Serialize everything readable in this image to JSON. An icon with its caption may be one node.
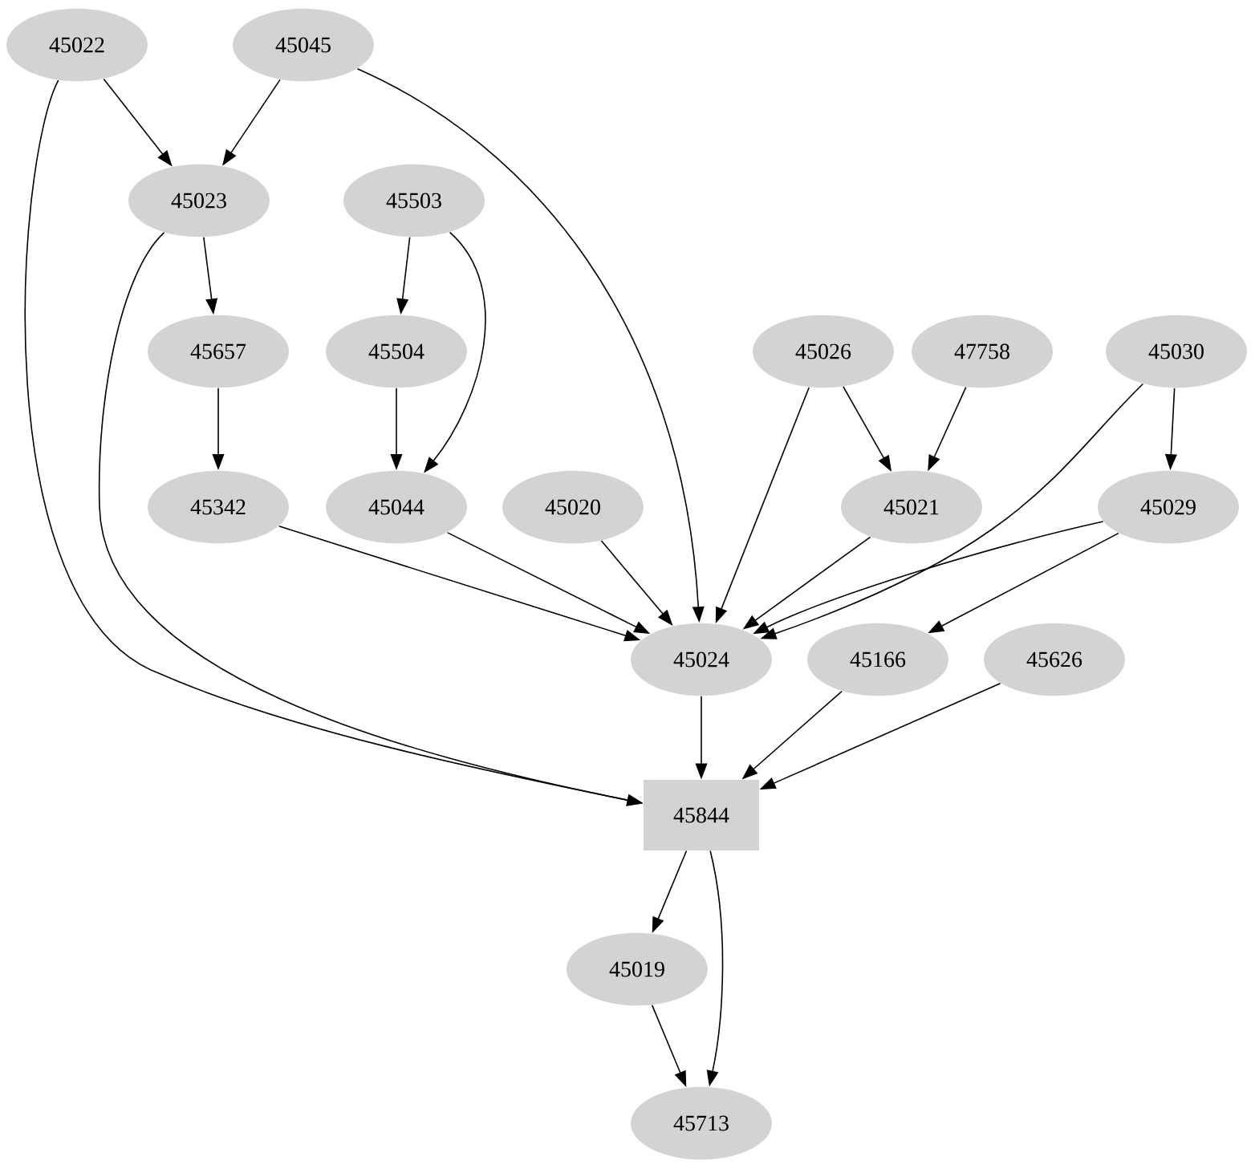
{
  "diagram": {
    "nodes": [
      {
        "text": [
          "45022"
        ]
      },
      {
        "text": [
          "45045"
        ]
      },
      {
        "text": [
          "45023"
        ]
      },
      {
        "text": [
          "45503"
        ]
      },
      {
        "text": [
          "45657"
        ]
      },
      {
        "text": [
          "45504"
        ]
      },
      {
        "text": [
          "45026"
        ]
      },
      {
        "text": [
          "47758"
        ]
      },
      {
        "text": [
          "45030"
        ]
      },
      {
        "text": [
          "45342"
        ]
      },
      {
        "text": [
          "45044"
        ]
      },
      {
        "text": [
          "45020"
        ]
      },
      {
        "text": [
          "45021"
        ]
      },
      {
        "text": [
          "45029"
        ]
      },
      {
        "text": [
          "45024"
        ]
      },
      {
        "text": [
          "45166"
        ]
      },
      {
        "text": [
          "45626"
        ]
      },
      {
        "text": [
          "45844"
        ]
      },
      {
        "text": [
          "45019"
        ]
      },
      {
        "text": [
          "45713"
        ]
      }
    ],
    "edges": [
      {
        "from": 0,
        "to": 2,
        "arrow": "to"
      },
      {
        "from": 1,
        "to": 2,
        "arrow": "to"
      },
      {
        "from": 0,
        "to": 17,
        "arrow": "to"
      },
      {
        "from": 1,
        "to": 14,
        "arrow": "to"
      },
      {
        "from": 2,
        "to": 4,
        "arrow": "to"
      },
      {
        "from": 2,
        "to": 17,
        "arrow": "to"
      },
      {
        "from": 3,
        "to": 5,
        "arrow": "to"
      },
      {
        "from": 3,
        "to": 10,
        "arrow": "to"
      },
      {
        "from": 5,
        "to": 10,
        "arrow": "to"
      },
      {
        "from": 4,
        "to": 9,
        "arrow": "to"
      },
      {
        "from": 9,
        "to": 14,
        "arrow": "to"
      },
      {
        "from": 10,
        "to": 14,
        "arrow": "to"
      },
      {
        "from": 11,
        "to": 14,
        "arrow": "to"
      },
      {
        "from": 6,
        "to": 14,
        "arrow": "to"
      },
      {
        "from": 6,
        "to": 12,
        "arrow": "to"
      },
      {
        "from": 7,
        "to": 12,
        "arrow": "to"
      },
      {
        "from": 12,
        "to": 14,
        "arrow": "to"
      },
      {
        "from": 8,
        "to": 13,
        "arrow": "to"
      },
      {
        "from": 8,
        "to": 14,
        "arrow": "to"
      },
      {
        "from": 13,
        "to": 14,
        "arrow": "to"
      },
      {
        "from": 13,
        "to": 15,
        "arrow": "to"
      },
      {
        "from": 15,
        "to": 17,
        "arrow": "to"
      },
      {
        "from": 16,
        "to": 17,
        "arrow": "to"
      },
      {
        "from": 14,
        "to": 17,
        "arrow": "to"
      },
      {
        "from": 17,
        "to": 18,
        "arrow": "to"
      },
      {
        "from": 17,
        "to": 19,
        "arrow": "to"
      },
      {
        "from": 18,
        "to": 19,
        "arrow": "to"
      }
    ]
  }
}
